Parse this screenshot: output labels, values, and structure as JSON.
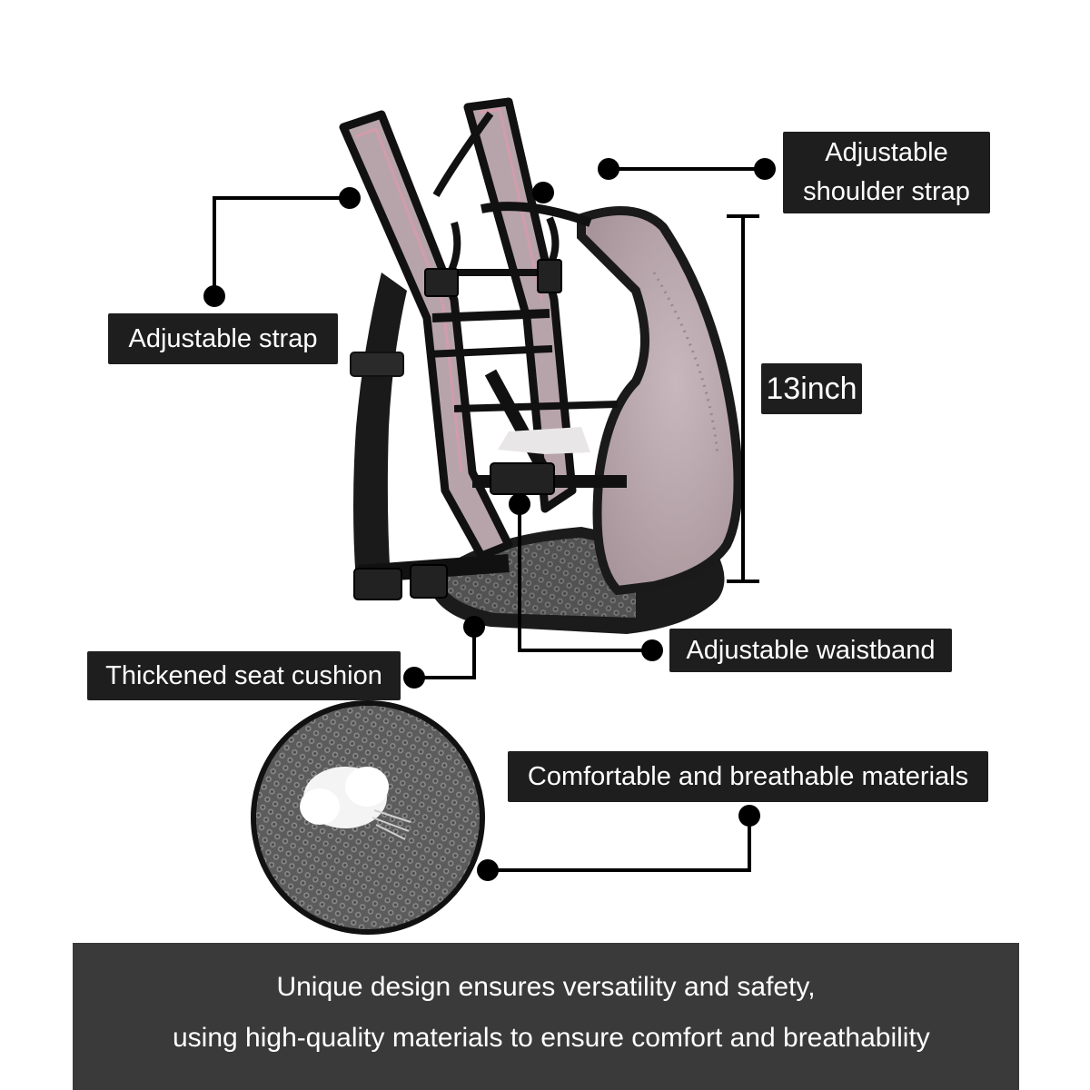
{
  "labels": {
    "shoulder_strap": [
      "Adjustable",
      "shoulder strap"
    ],
    "adjustable_strap": "Adjustable strap",
    "height": "13inch",
    "waistband": "Adjustable waistband",
    "seat_cushion": "Thickened seat cushion",
    "materials": "Comfortable and breathable materials"
  },
  "footer": {
    "line1": "Unique design ensures versatility and safety,",
    "line2": "using high-quality materials to ensure comfort and breathability"
  },
  "colors": {
    "label_background": "#1e1e1e",
    "footer_background": "#3a3a3a",
    "pad_pink_grey": "#b7a4aa",
    "strap_black": "#1a1a1a",
    "mesh_grey": "#6e6e6e"
  },
  "icons": [
    "callout-dot-icon",
    "buckle-icon",
    "mesh-circle-icon",
    "cloud-icon"
  ]
}
